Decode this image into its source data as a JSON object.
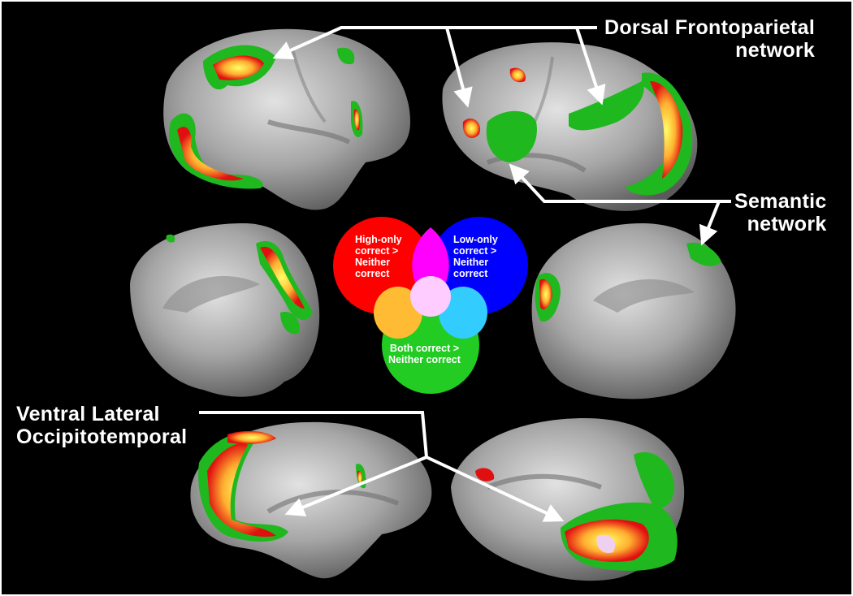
{
  "labels": {
    "dorsal_line1": "Dorsal Frontoparietal",
    "dorsal_line2": "network",
    "semantic_line1": "Semantic",
    "semantic_line2": "network",
    "ventral_line1": "Ventral Lateral",
    "ventral_line2": "Occipitotemporal"
  },
  "legend": {
    "high_only": [
      "High-only",
      "correct >",
      "Neither",
      "correct"
    ],
    "low_only": [
      "Low-only",
      "correct >",
      "Neither",
      "correct"
    ],
    "both": [
      "Both correct >",
      "Neither correct"
    ]
  },
  "colors": {
    "background": "#000000",
    "high_only": "#ff0000",
    "low_only": "#0000ff",
    "both": "#22cc22",
    "high_low_overlap": "#ff00ff",
    "high_both_overlap": "#ffbb33",
    "low_both_overlap": "#33ccff",
    "all_overlap": "#ffccff",
    "cortex": "#a8a8a8"
  }
}
